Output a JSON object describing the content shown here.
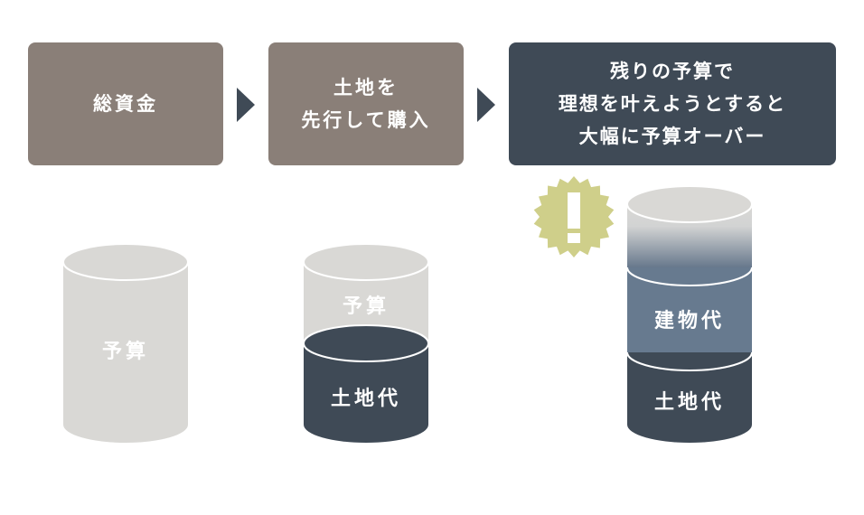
{
  "steps": [
    {
      "lines": [
        "総資金"
      ]
    },
    {
      "lines": [
        "土地を",
        "先行して購入"
      ]
    },
    {
      "lines": [
        "残りの予算で",
        "理想を叶えようとすると",
        "大幅に予算オーバー"
      ]
    }
  ],
  "cylinders": [
    {
      "segments": [
        "予算"
      ]
    },
    {
      "segments": [
        "予算",
        "土地代"
      ]
    },
    {
      "segments": [
        "建物代",
        "土地代"
      ]
    }
  ],
  "warning": {
    "icon": "exclamation-starburst-icon",
    "glyph": "!"
  },
  "colors": {
    "brown": "#8a7f78",
    "dark": "#3f4a56",
    "light": "#d9d8d5",
    "blue": "#677a8f",
    "warning": "#cfcf8a"
  }
}
